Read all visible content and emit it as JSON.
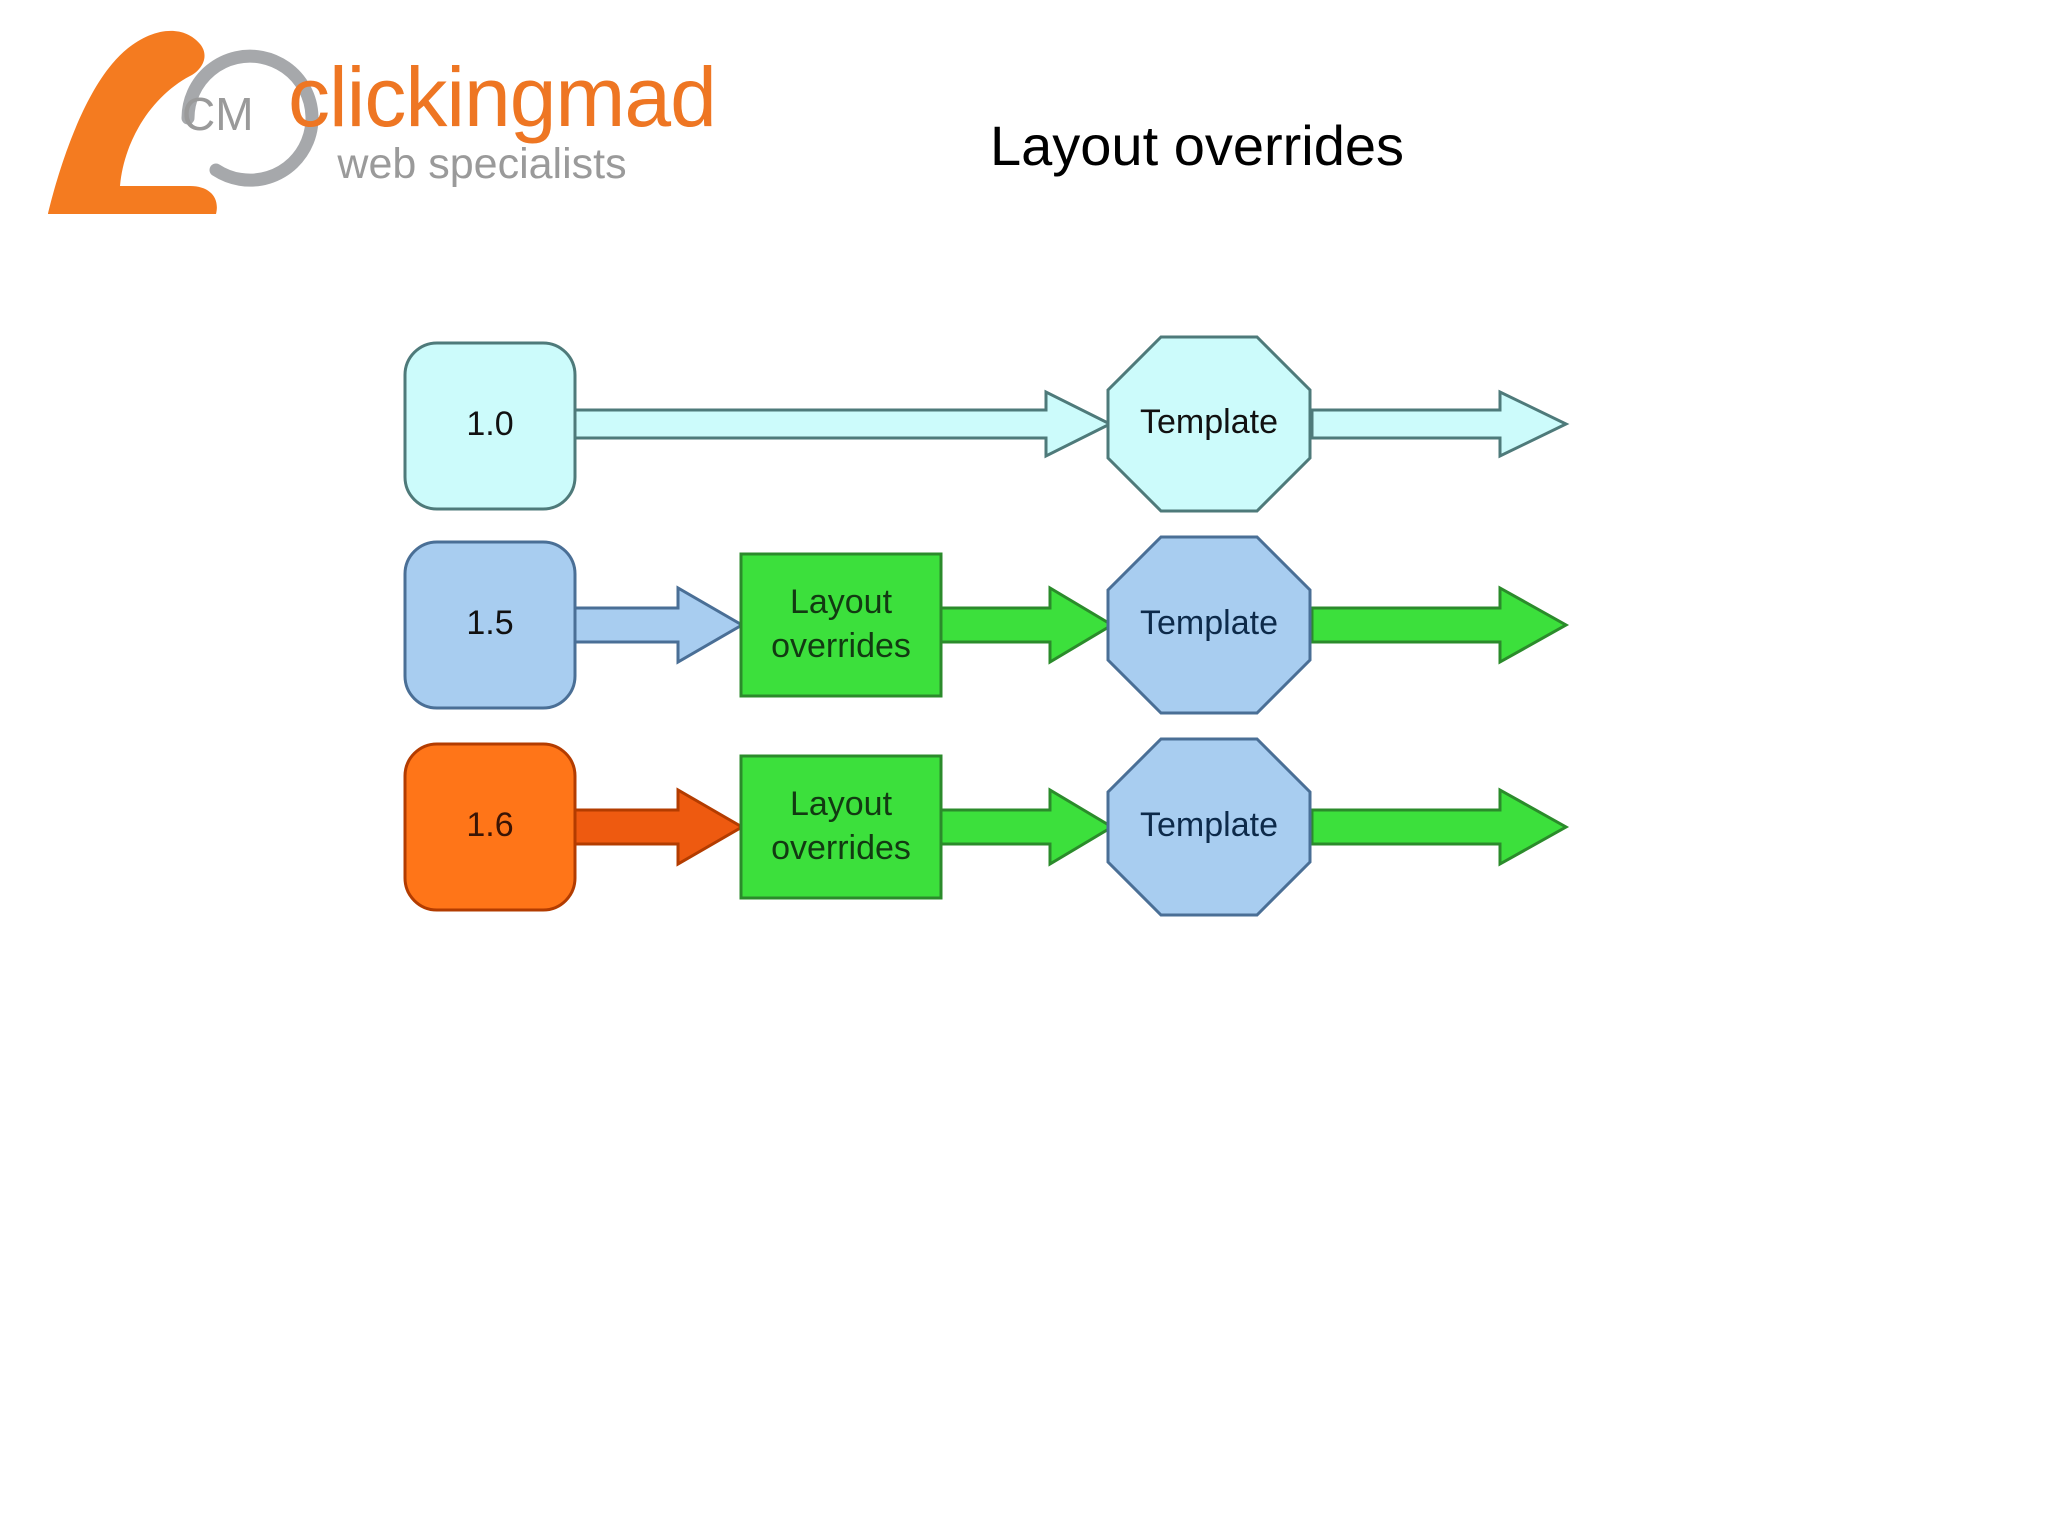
{
  "logo": {
    "mark_initials": "CM",
    "wordmark": "clickingmad",
    "tagline": "web specialists",
    "wordmark_color": "#ee7623",
    "tagline_color": "#9a9a9a",
    "swoosh_color": "#f47b20",
    "ring_color": "#a6a8ab"
  },
  "title": "Layout overrides",
  "diagram": {
    "type": "flow",
    "colors": {
      "cyan_fill": "#ccfbfb",
      "cyan_stroke": "#4e7a7a",
      "blue_fill": "#a8cdf0",
      "blue_stroke": "#4a6f96",
      "green_fill": "#3ce03c",
      "green_stroke": "#2b8b2b",
      "orange_fill": "#ff7518",
      "orange_stroke": "#b33c00",
      "arrow_cyan_fill": "#ccfbfb",
      "arrow_blue_fill": "#a8cdf0",
      "arrow_green_fill": "#3ce03c",
      "arrow_orange_fill": "#ee5a10"
    },
    "rows": [
      {
        "id": "row-1-0",
        "version_label": "1.0",
        "version_shape": "rounded-rect",
        "version_style": "cyan",
        "has_override": false,
        "override_label": null,
        "template_label": "Template",
        "template_shape": "octagon",
        "template_style": "cyan",
        "arrow_in_style": "cyan",
        "arrow_out_style": "cyan"
      },
      {
        "id": "row-1-5",
        "version_label": "1.5",
        "version_shape": "rounded-rect",
        "version_style": "blue",
        "has_override": true,
        "override_label": "Layout\noverrides",
        "override_line1": "Layout",
        "override_line2": "overrides",
        "template_label": "Template",
        "template_shape": "octagon",
        "template_style": "blue",
        "arrow_in_style": "blue",
        "arrow_mid_style": "green",
        "arrow_out_style": "green"
      },
      {
        "id": "row-1-6",
        "version_label": "1.6",
        "version_shape": "rounded-rect",
        "version_style": "orange",
        "has_override": true,
        "override_label": "Layout\noverrides",
        "override_line1": "Layout",
        "override_line2": "overrides",
        "template_label": "Template",
        "template_shape": "octagon",
        "template_style": "blue",
        "arrow_in_style": "orange",
        "arrow_mid_style": "green",
        "arrow_out_style": "green"
      }
    ]
  }
}
